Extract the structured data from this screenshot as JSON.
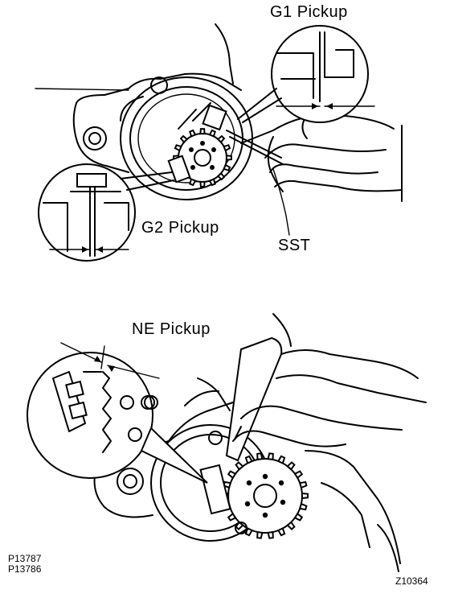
{
  "labels": {
    "g1_pickup": "G1 Pickup",
    "g2_pickup": "G2 Pickup",
    "sst": "SST",
    "ne_pickup": "NE Pickup"
  },
  "reference_codes": [
    "P13787",
    "P13786"
  ],
  "figure_code": "Z10364"
}
